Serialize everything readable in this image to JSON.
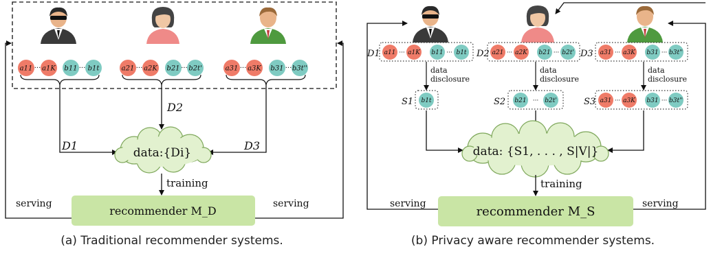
{
  "panel_a": {
    "caption": "(a) Traditional recommender systems.",
    "users": [
      {
        "icon": "agent-with-sunglasses",
        "attrs": [
          "a11",
          "a1K",
          "b11",
          "b1t"
        ]
      },
      {
        "icon": "woman-face",
        "attrs": [
          "a21",
          "a2K",
          "b21",
          "b2t'"
        ]
      },
      {
        "icon": "man-in-green-suit",
        "attrs": [
          "a31",
          "a3K",
          "b31",
          "b3t''"
        ]
      }
    ],
    "flow_labels": [
      "D1",
      "D2",
      "D3"
    ],
    "cloud_text": "data:{Di}",
    "training_label": "training",
    "recommender_label": "recommender M_D",
    "serving_left": "serving",
    "serving_right": "serving"
  },
  "panel_b": {
    "caption": "(b) Privacy aware recommender systems.",
    "users": [
      {
        "icon": "agent-with-sunglasses",
        "dataset": "D1",
        "attrs": [
          "a11",
          "a1K",
          "b11",
          "b1t"
        ],
        "disclosed_set": "S1",
        "disclosed": [
          "b1t"
        ]
      },
      {
        "icon": "woman-face",
        "dataset": "D2",
        "attrs": [
          "a21",
          "a2K",
          "b21",
          "b2t'"
        ],
        "disclosed_set": "S2",
        "disclosed": [
          "b21",
          "b2t'"
        ]
      },
      {
        "icon": "man-in-green-suit",
        "dataset": "D3",
        "attrs": [
          "a31",
          "a3K",
          "b31",
          "b3t''"
        ],
        "disclosed_set": "S3",
        "disclosed": [
          "a31",
          "a3K",
          "b31",
          "b3t''"
        ]
      }
    ],
    "disclosure_label_1": "data",
    "disclosure_label_2": "disclosure",
    "cloud_text": "data: {S1, . . . , S|V|}",
    "training_label": "training",
    "recommender_label": "recommender M_S",
    "serving_left": "serving",
    "serving_right": "serving"
  },
  "colors": {
    "private_attr": "#ef7b68",
    "public_attr": "#7fcbc2",
    "cloud_fill": "#e2f1cf",
    "box_fill": "#c9e5a5",
    "suit_green": "#4f9a3f",
    "woman_pink": "#ef8a88",
    "agent_dark": "#3a3a3a"
  }
}
